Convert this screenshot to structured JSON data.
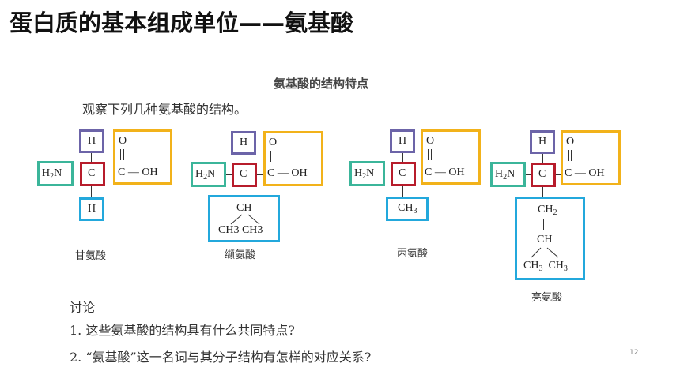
{
  "header": {
    "title": "蛋白质的基本组成单位——氨基酸"
  },
  "figure": {
    "heading": "氨基酸的结构特点",
    "instruction": "观察下列几种氨基酸的结构。",
    "common": {
      "H": "H",
      "N": "H",
      "N_sub": "2",
      "N_tail": "N",
      "C": "C",
      "O": "O",
      "carboxyl": "C — OH"
    },
    "amino_acids": [
      {
        "name": "甘氨酸",
        "r_lines": [
          "H"
        ]
      },
      {
        "name": "缬氨酸",
        "r_lines": [
          "CH",
          "CH3  CH3"
        ]
      },
      {
        "name": "丙氨酸",
        "r_lines": [
          "CH3"
        ]
      },
      {
        "name": "亮氨酸",
        "r_lines": [
          "CH2",
          "CH",
          "CH3  CH3"
        ]
      }
    ]
  },
  "discussion": {
    "title": "讨论",
    "questions": [
      "1.  这些氨基酸的结构具有什么共同特点?",
      "2.  “氨基酸”这一名词与其分子结构有怎样的对应关系?"
    ]
  },
  "slide": {
    "page_number": "12"
  },
  "colors": {
    "h_box": "#6c64a8",
    "amino_box": "#3bb59a",
    "alpha_carbon_box": "#b71c2b",
    "carboxyl_box": "#f2b21a",
    "r_group_box": "#23a8dc"
  }
}
